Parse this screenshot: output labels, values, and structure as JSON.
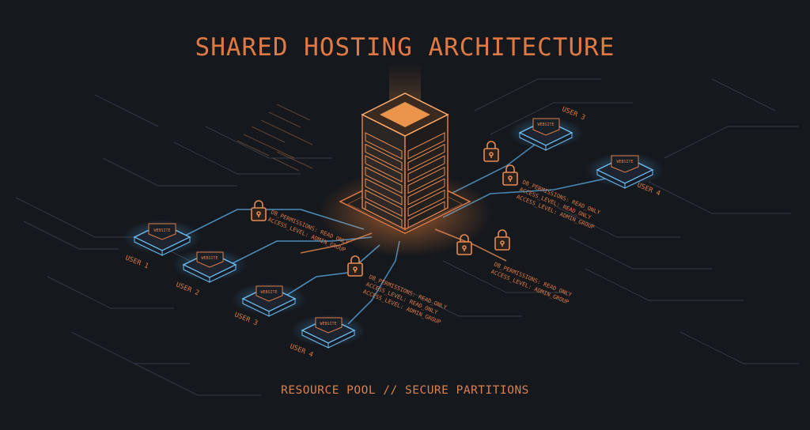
{
  "title": "SHARED HOSTING ARCHITECTURE",
  "footer": "RESOURCE POOL // SECURE PARTITIONS",
  "users_left": [
    {
      "label": "USER 1",
      "screen": "WEBSITE"
    },
    {
      "label": "USER 2",
      "screen": "WEBSITE"
    },
    {
      "label": "USER 3",
      "screen": "WEBSITE"
    },
    {
      "label": "USER 4",
      "screen": "WEBSITE"
    }
  ],
  "users_right": [
    {
      "label": "USER 3",
      "screen": "WEBSITE"
    },
    {
      "label": "USER 4",
      "screen": "WEBSITE"
    }
  ],
  "permission_blocks": [
    {
      "lines": [
        "DB_PERMISSIONS: READ_ONLY",
        "ACCESS_LEVEL: ADMIN_GROUP"
      ]
    },
    {
      "lines": [
        "DB_PERMISSIONS: READ_ONLY",
        "ACCESS_LEVEL: READ_ONLY",
        "ACCESS_LEVEL: ADMIN_GROUP"
      ]
    },
    {
      "lines": [
        "DB_PERMISSIONS: READ_ONLY",
        "ACCESS_LEVEL: READ_ONLY",
        "ACCESS_LEVEL: ADMIN_GROUP"
      ]
    },
    {
      "lines": [
        "DB_PERMISSIONS: READ_ONLY",
        "ACCESS_LEVEL: ADMIN_GROUP"
      ]
    }
  ],
  "colors": {
    "background": "#15181d",
    "accent_orange": "#e07a45",
    "glow_blue": "#4fa3e0",
    "trace_gray": "#3a4250"
  }
}
